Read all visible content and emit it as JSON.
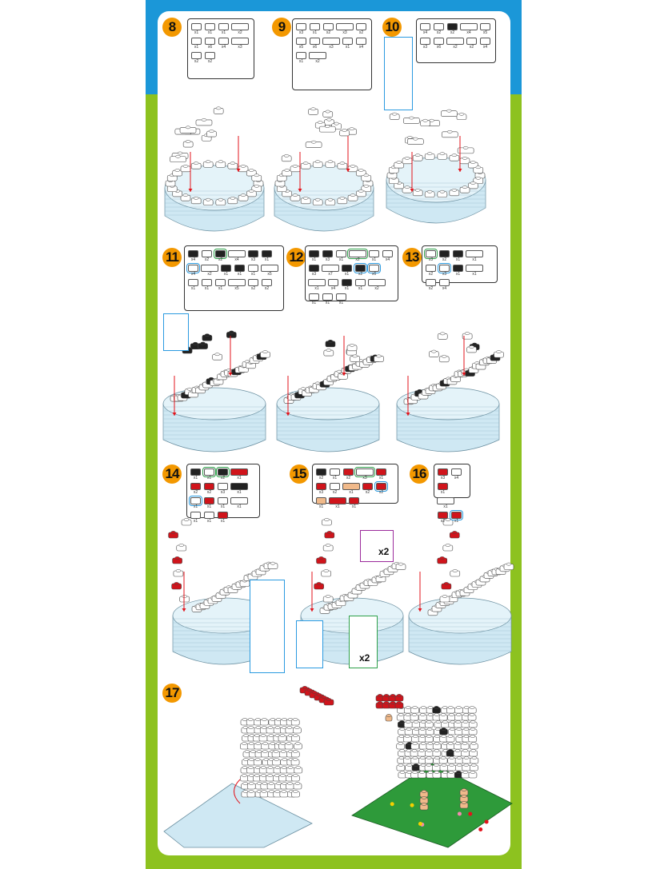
{
  "colors": {
    "blue_band": "#1b97d8",
    "green_band": "#8dc21f",
    "badge": "#f39800",
    "white_brick": "#ffffff",
    "base_brick": "#cfe8f3",
    "red_brick": "#d0141b",
    "black_brick": "#222222",
    "tan_brick": "#f0b98a",
    "grass": "#2e9a3a"
  },
  "steps": [
    {
      "number": "8",
      "parts": [
        [
          "w",
          "x1"
        ],
        [
          "w",
          "x1"
        ],
        [
          "w",
          "x1"
        ],
        [
          "w",
          "x2"
        ],
        [
          "w",
          "x1"
        ],
        [
          "w",
          "x6"
        ],
        [
          "w",
          "x4"
        ],
        [
          "w",
          "x3"
        ],
        [
          "w",
          "x2"
        ],
        [
          "w",
          "x2"
        ]
      ]
    },
    {
      "number": "9",
      "parts": [
        [
          "w",
          "x3"
        ],
        [
          "w",
          "x1"
        ],
        [
          "w",
          "x2"
        ],
        [
          "w",
          "x3"
        ],
        [
          "w",
          "x2"
        ],
        [
          "w",
          "x5"
        ],
        [
          "w",
          "x6"
        ],
        [
          "w",
          "x3"
        ],
        [
          "w",
          "x1"
        ],
        [
          "w",
          "x4"
        ],
        [
          "w",
          "x1"
        ],
        [
          "w",
          "x2"
        ]
      ]
    },
    {
      "number": "10",
      "parts": [
        [
          "w",
          "x4"
        ],
        [
          "w",
          "x2"
        ],
        [
          "k",
          "x2"
        ],
        [
          "w",
          "x4"
        ],
        [
          "w",
          "x5"
        ],
        [
          "w",
          "x3"
        ],
        [
          "w",
          "x6"
        ],
        [
          "w",
          "x2"
        ],
        [
          "w",
          "x2"
        ],
        [
          "w",
          "x4"
        ]
      ]
    },
    {
      "number": "11",
      "parts": [
        [
          "k",
          "x4"
        ],
        [
          "w",
          "x2"
        ],
        [
          "k",
          "x2",
          "g"
        ],
        [
          "w",
          "x4"
        ],
        [
          "k",
          "x3"
        ],
        [
          "k",
          "x1"
        ],
        [
          "w",
          "x4",
          "b"
        ],
        [
          "w",
          "x2"
        ],
        [
          "k",
          "x1"
        ],
        [
          "k",
          "x1"
        ],
        [
          "w",
          "x1"
        ],
        [
          "w",
          "x5"
        ],
        [
          "w",
          "x1"
        ],
        [
          "w",
          "x1"
        ],
        [
          "w",
          "x1"
        ],
        [
          "w",
          "x5"
        ],
        [
          "w",
          "x2"
        ],
        [
          "w",
          "x2"
        ]
      ]
    },
    {
      "number": "12",
      "parts": [
        [
          "k",
          "x1"
        ],
        [
          "k",
          "x3"
        ],
        [
          "w",
          "x1"
        ],
        [
          "w",
          "x2",
          "g"
        ],
        [
          "w",
          "x1"
        ],
        [
          "w",
          "x4"
        ],
        [
          "k",
          "x3"
        ],
        [
          "w",
          "x7"
        ],
        [
          "k",
          "x1"
        ],
        [
          "k",
          "x2",
          "b"
        ],
        [
          "w",
          "x6",
          "b"
        ],
        [
          "w",
          "x1"
        ],
        [
          "w",
          "x4"
        ],
        [
          "k",
          "x1"
        ],
        [
          "w",
          "x1"
        ],
        [
          "w",
          "x2"
        ],
        [
          "w",
          "x1"
        ],
        [
          "w",
          "x1"
        ],
        [
          "w",
          "x1"
        ]
      ]
    },
    {
      "number": "13",
      "parts": [
        [
          "w",
          "x3",
          "g"
        ],
        [
          "k",
          "x2"
        ],
        [
          "k",
          "x1"
        ],
        [
          "w",
          "x1"
        ],
        [
          "w",
          "x2"
        ],
        [
          "w",
          "x3",
          "b"
        ],
        [
          "k",
          "x1"
        ],
        [
          "w",
          "x1"
        ],
        [
          "w",
          "x2"
        ],
        [
          "w",
          "x4"
        ]
      ]
    },
    {
      "number": "14",
      "parts": [
        [
          "k",
          "x1"
        ],
        [
          "w",
          "x1",
          "g"
        ],
        [
          "k",
          "x2",
          "g"
        ],
        [
          "r",
          "x1"
        ],
        [
          "r",
          "x2"
        ],
        [
          "r",
          "x2"
        ],
        [
          "w",
          "x3"
        ],
        [
          "k",
          "x1"
        ],
        [
          "w",
          "x1",
          "b"
        ],
        [
          "r",
          "x1"
        ],
        [
          "w",
          "x1"
        ],
        [
          "w",
          "x1"
        ],
        [
          "w",
          "x1"
        ],
        [
          "w",
          "x1"
        ],
        [
          "r",
          "x1"
        ]
      ]
    },
    {
      "number": "15",
      "parts": [
        [
          "k",
          "x2"
        ],
        [
          "w",
          "x1"
        ],
        [
          "r",
          "x2"
        ],
        [
          "w",
          "x3",
          "g"
        ],
        [
          "r",
          "x1"
        ],
        [
          "r",
          "x3"
        ],
        [
          "w",
          "x2"
        ],
        [
          "t",
          "x1"
        ],
        [
          "r",
          "x2"
        ],
        [
          "r",
          "x2",
          "b"
        ],
        [
          "t",
          "x1"
        ],
        [
          "r",
          "x1"
        ],
        [
          "r",
          "x1"
        ]
      ]
    },
    {
      "number": "16",
      "parts": [
        [
          "r",
          "x3"
        ],
        [
          "w",
          "x4"
        ],
        [
          "r",
          "x1"
        ],
        [
          "w",
          "x1"
        ],
        [
          "r",
          "x2"
        ],
        [
          "r",
          "x1",
          "b"
        ]
      ]
    },
    {
      "number": "17",
      "parts": []
    }
  ],
  "callouts": {
    "step15_purple_count": "x2",
    "step15_green_count": "x2"
  }
}
